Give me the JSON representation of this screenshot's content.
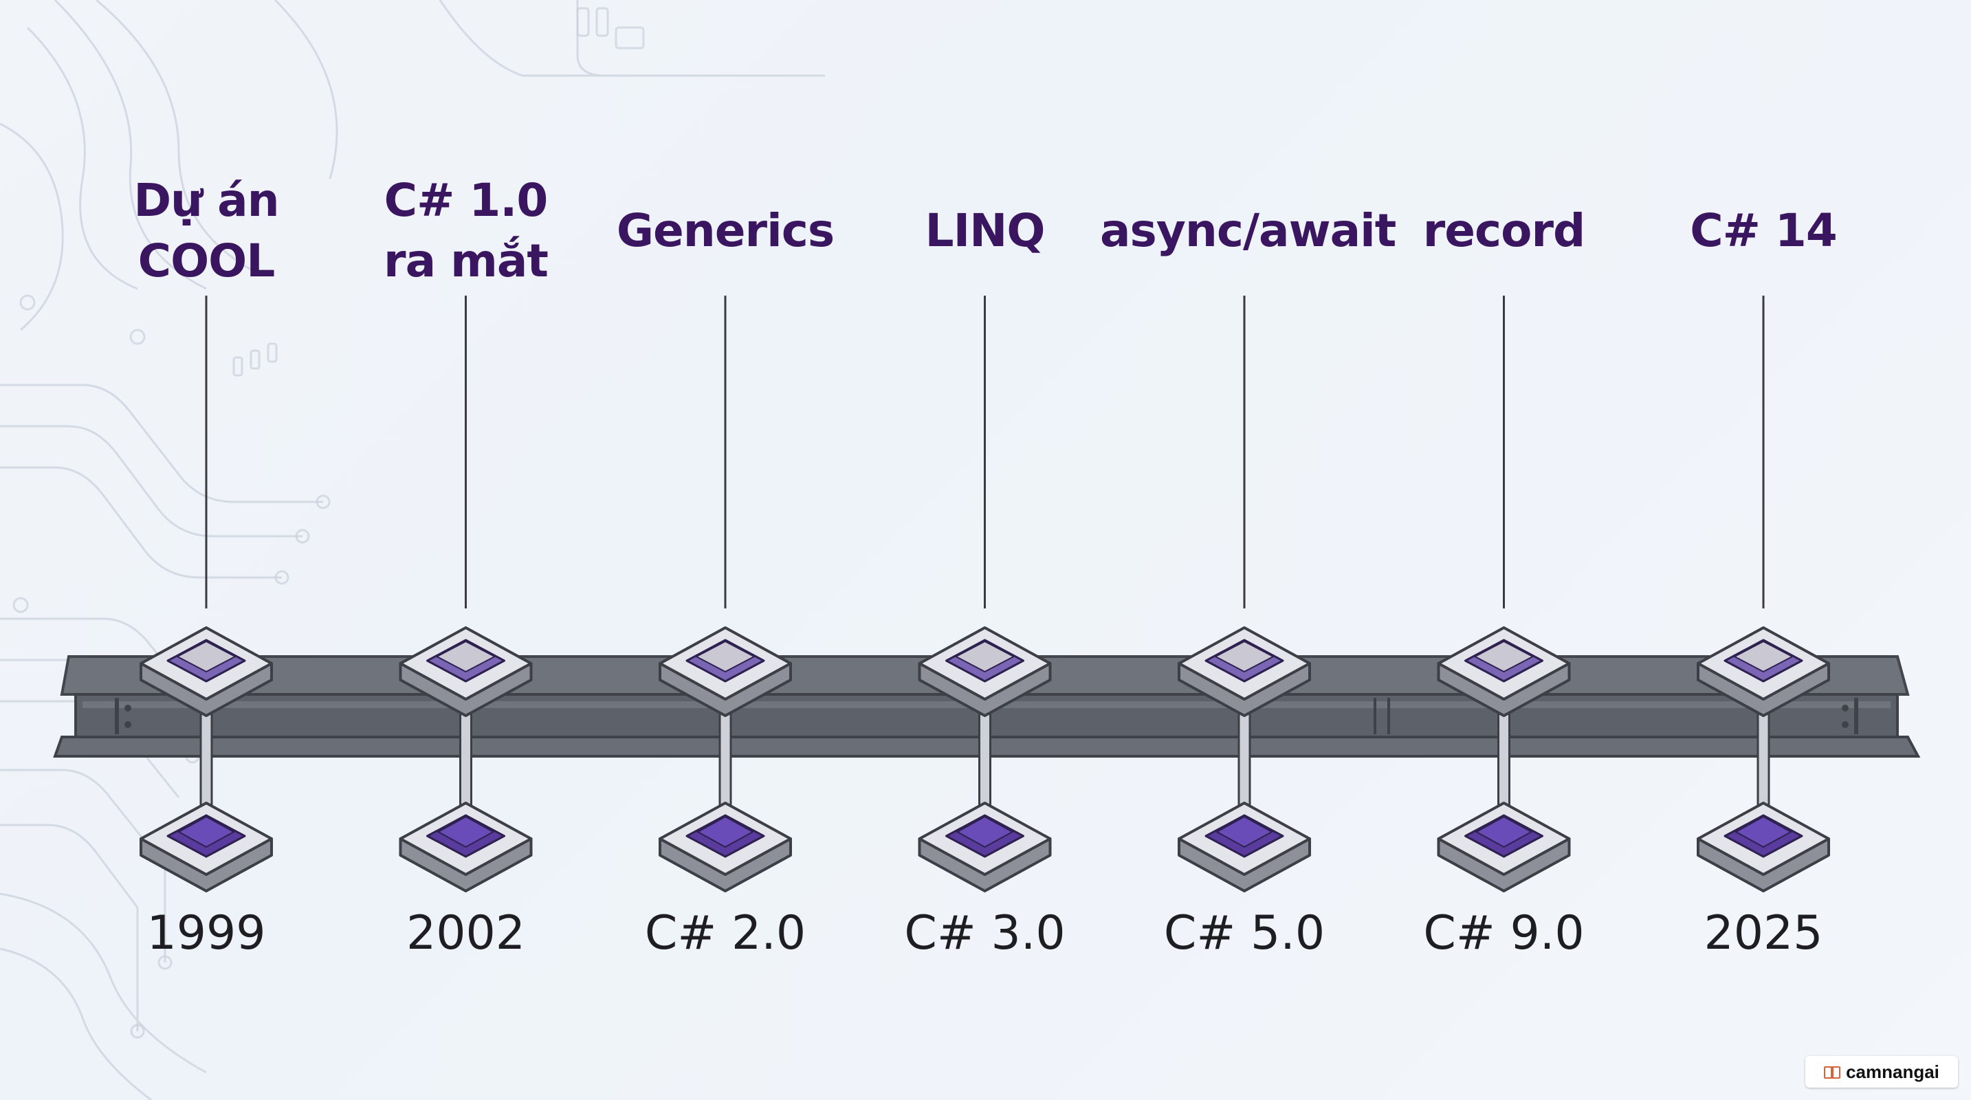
{
  "milestones": [
    {
      "event": "Dự án\nCOOL",
      "when": "1999"
    },
    {
      "event": "C# 1.0\nra mắt",
      "when": "2002"
    },
    {
      "event": "Generics",
      "when": "C# 2.0"
    },
    {
      "event": "LINQ",
      "when": "C# 3.0"
    },
    {
      "event": "async/await",
      "when": "C# 5.0"
    },
    {
      "event": "record",
      "when": "C# 9.0"
    },
    {
      "event": "C# 14",
      "when": "2025"
    }
  ],
  "watermark": {
    "text": "camnangai",
    "icon": "book-icon"
  },
  "colors": {
    "title_purple": "#3a1660",
    "node_purple": "#5a3c9e",
    "beam_gray": "#6b6f78",
    "background": "#eef3f9"
  }
}
